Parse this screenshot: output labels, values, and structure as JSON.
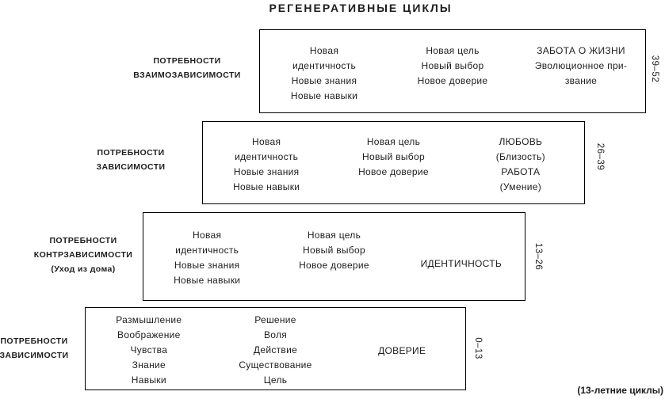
{
  "title": "РЕГЕНЕРАТИВНЫЕ ЦИКЛЫ",
  "caption": "(13-летние циклы)",
  "colors": {
    "text": "#1d1d1d",
    "border": "#000000",
    "background": "#ffffff"
  },
  "boxes": [
    {
      "label": [
        "ПОТРЕБНОСТИ",
        "ВЗАИМОЗАВИСИМОСТИ"
      ],
      "age": "39–52",
      "columns": [
        [
          "Новая",
          "идентичность",
          "Новые знания",
          "Новые навыки"
        ],
        [
          "Новая цель",
          "Новый выбор",
          "Новое доверие"
        ],
        [
          "ЗАБОТА О ЖИЗНИ",
          "Эволюционное при-",
          "звание"
        ]
      ]
    },
    {
      "label": [
        "ПОТРЕБНОСТИ",
        "ЗАВИСИМОСТИ"
      ],
      "age": "26–39",
      "columns": [
        [
          "Новая",
          "идентичность",
          "Новые знания",
          "Новые навыки"
        ],
        [
          "Новая цель",
          "Новый выбор",
          "Новое доверие"
        ],
        [
          "ЛЮБОВЬ",
          "(Близость)",
          "РАБОТА",
          "(Умение)"
        ]
      ]
    },
    {
      "label": [
        "ПОТРЕБНОСТИ",
        "КОНТРЗАВИСИМОСТИ",
        "(Уход из дома)"
      ],
      "age": "13–26",
      "columns": [
        [
          "Новая",
          "идентичность",
          "Новые знания",
          "Новые навыки"
        ],
        [
          "Новая цель",
          "Новый выбор",
          "Новое доверие"
        ],
        [
          "ИДЕНТИЧНОСТЬ"
        ]
      ]
    },
    {
      "label": [
        "ПОТРЕБНОСТИ",
        "ЗАВИСИМОСТИ"
      ],
      "age": "0–13",
      "columns": [
        [
          "Размышление",
          "Воображение",
          "Чувства",
          "Знание",
          "Навыки"
        ],
        [
          "Решение",
          "Воля",
          "Действие",
          "Существование",
          "Цель"
        ],
        [
          "ДОВЕРИЕ"
        ]
      ]
    }
  ]
}
